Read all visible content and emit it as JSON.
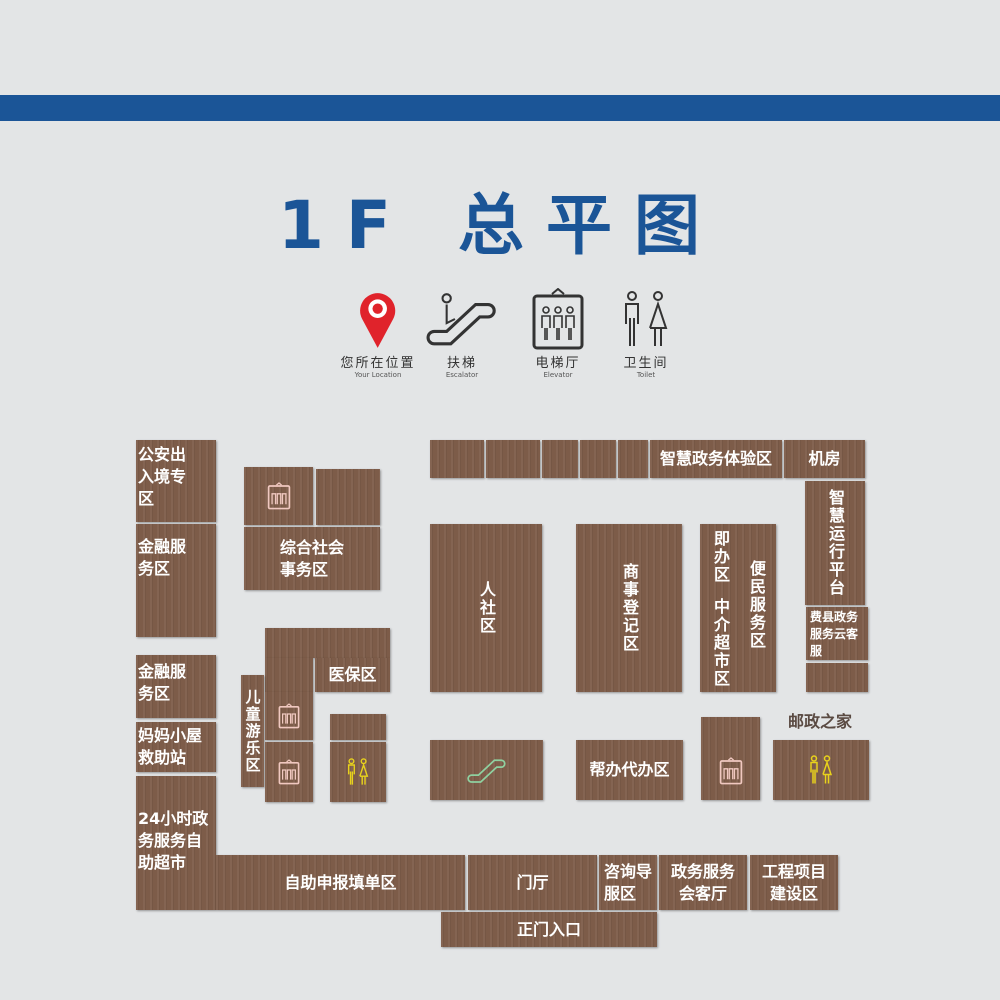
{
  "header": {
    "title": "1F 总平图"
  },
  "legend": [
    {
      "icon": "location-pin-icon",
      "zh": "您所在位置",
      "en": "Your Location"
    },
    {
      "icon": "escalator-icon",
      "zh": "扶梯",
      "en": "Escalator"
    },
    {
      "icon": "elevator-icon",
      "zh": "电梯厅",
      "en": "Elevator"
    },
    {
      "icon": "toilet-icon",
      "zh": "卫生间",
      "en": "Toilet"
    }
  ],
  "colors": {
    "brand": "#1b5597",
    "wood": "#7d5c49",
    "pin": "#e0232b",
    "toilet": "#e8d21c",
    "elevator": "#f0c8c0"
  },
  "areas": {
    "exit_entry": "公安出\n入境专\n区",
    "finance1": "金融服\n务区",
    "finance2": "金融服\n务区",
    "mom_house": "妈妈小屋\n救助站",
    "self_service": "24小时政\n务服务自\n助超市",
    "social_affairs": "综合社会\n事务区",
    "medical": "医保区",
    "kids": "儿童游乐区",
    "smart_exp": "智慧政务体验区",
    "machine_room": "机房",
    "smart_ops": "智慧运行平台",
    "cloud_service": "费县政务\n服务云客\n服",
    "hr_social": "人社区",
    "business_reg": "商事登记区",
    "instant": "即办区",
    "agency": "中介超市区",
    "convenience": "便民服务区",
    "post": "邮政之家",
    "assist": "帮办代办区",
    "self_fill": "自助申报填单区",
    "hall": "门厅",
    "consult": "咨询导\n服区",
    "reception": "政务服务\n会客厅",
    "engineering": "工程项目\n建设区",
    "entrance": "正门入口"
  }
}
